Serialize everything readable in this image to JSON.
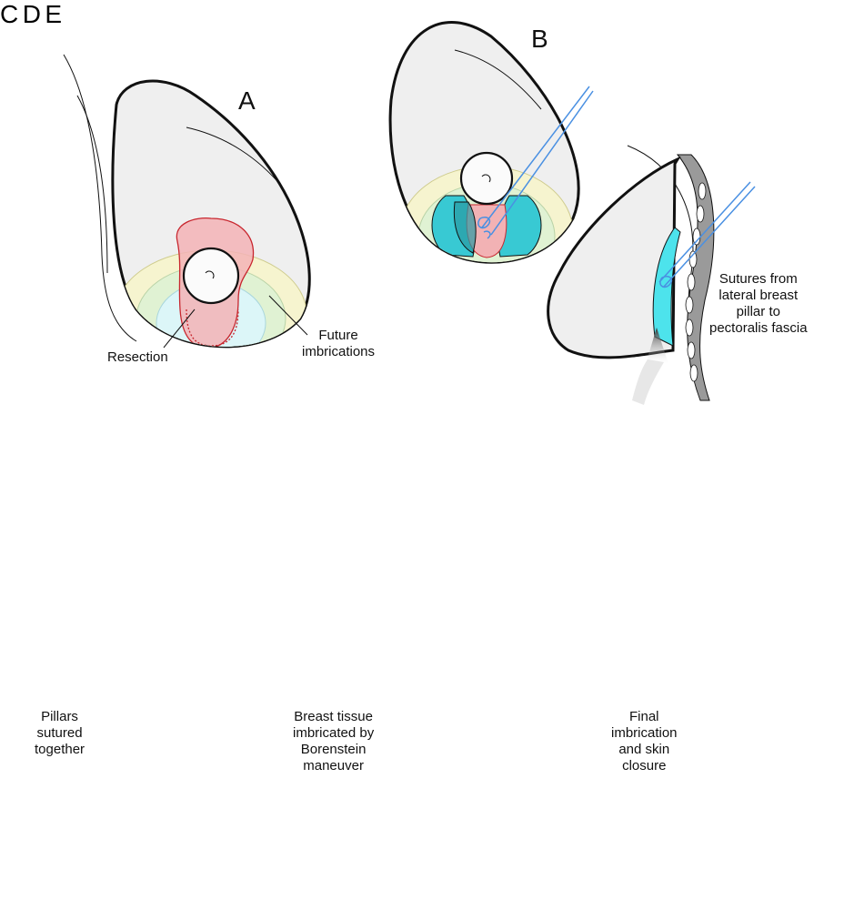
{
  "panels": {
    "a": {
      "letter": "A",
      "labels": {
        "resection": "Resection",
        "imbrications": [
          "Future",
          "imbrications"
        ]
      }
    },
    "b": {
      "letter": "B",
      "caption": [
        "Sutures from",
        "lateral breast",
        "pillar to",
        "pectoralis fascia"
      ]
    },
    "c": {
      "letter": "C",
      "caption": [
        "Pillars",
        "sutured",
        "together"
      ]
    },
    "d": {
      "letter": "D",
      "caption": [
        "Breast tissue",
        "imbricated by",
        "Borenstein",
        "maneuver"
      ]
    },
    "e": {
      "letter": "E",
      "caption": [
        "Final",
        "imbrication",
        "and skin",
        "closure"
      ]
    }
  },
  "colors": {
    "skin": "#efefef",
    "outline": "#111111",
    "cyan": "#3fe0ea",
    "yellow": "#f3f0b0",
    "green": "#d6efb8",
    "resection": "#f2a8ac",
    "suture": "#4a90e2"
  }
}
